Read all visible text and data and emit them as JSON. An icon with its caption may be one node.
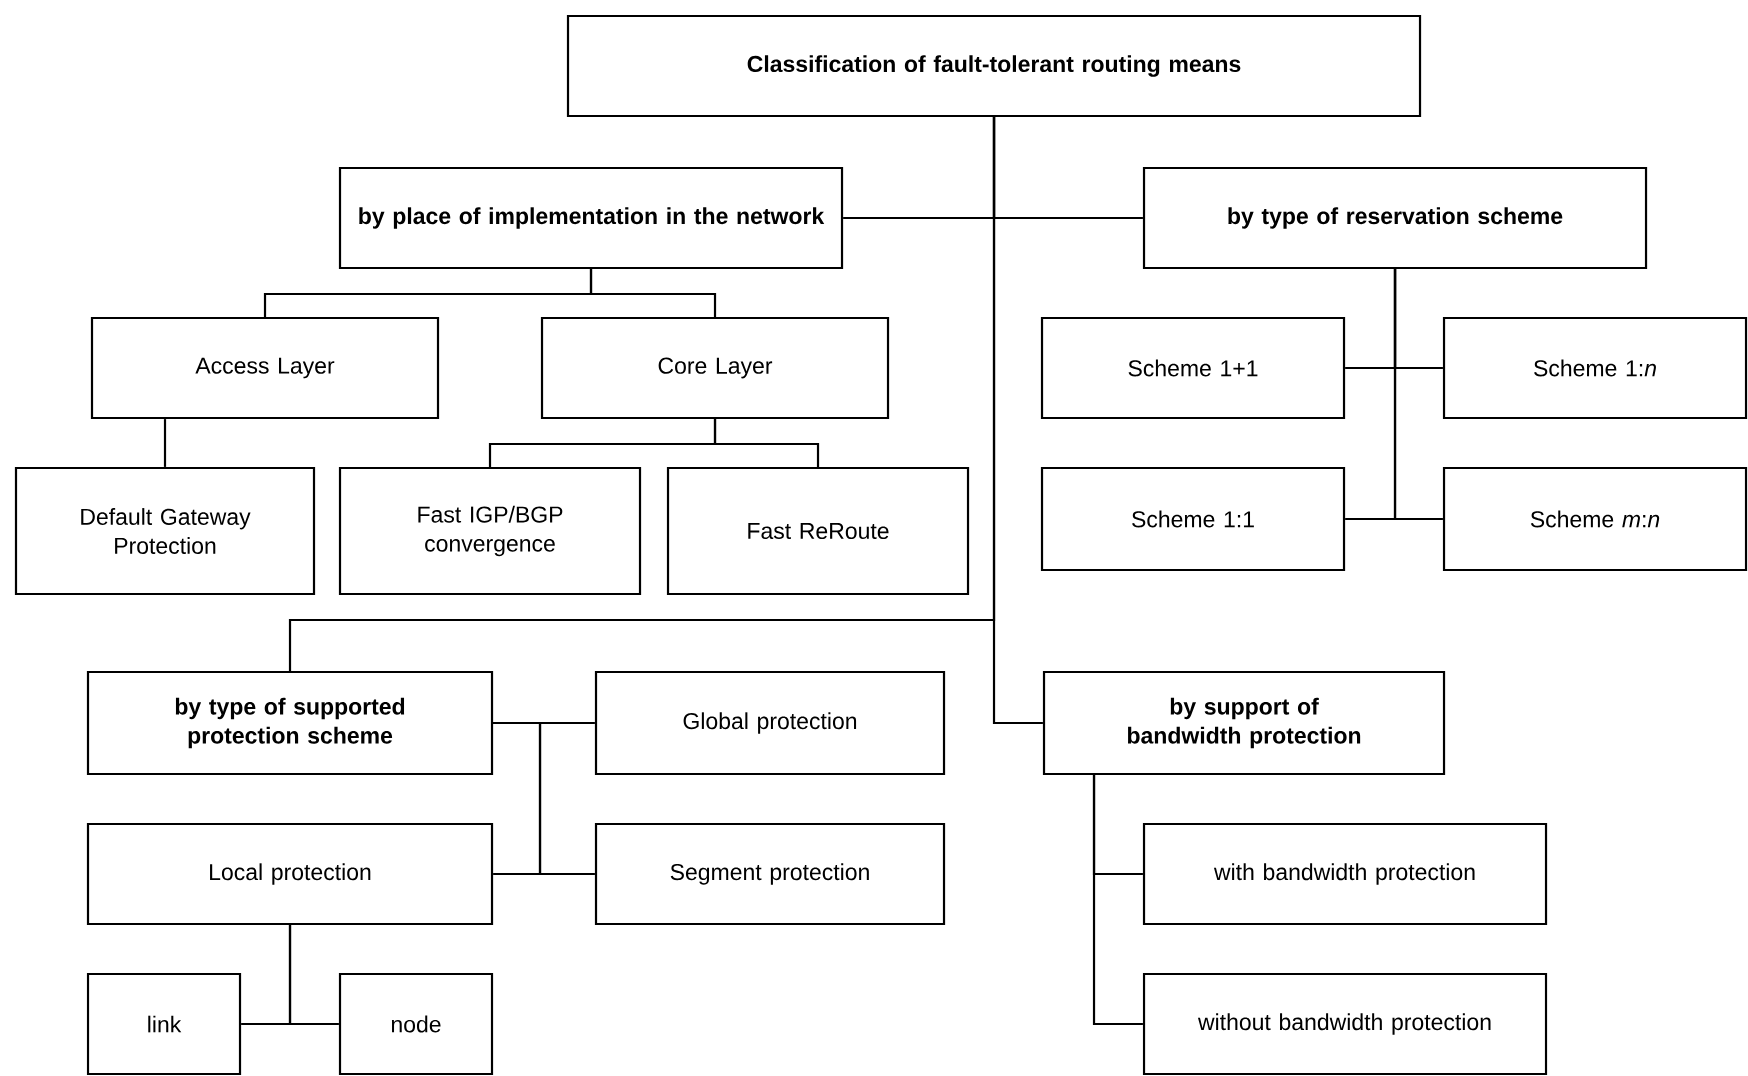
{
  "diagram": {
    "nodes": [
      {
        "text": [
          "Classification of fault-tolerant routing means"
        ]
      },
      {
        "text": [
          "by place of implementation in the network"
        ]
      },
      {
        "text": [
          "by type of reservation scheme"
        ]
      },
      {
        "text": [
          "Access Layer"
        ]
      },
      {
        "text": [
          "Core Layer"
        ]
      },
      {
        "text": [
          "Default Gateway Protection"
        ]
      },
      {
        "text": [
          "Fast IGP/BGP convergence"
        ]
      },
      {
        "text": [
          "Fast ReRoute"
        ]
      },
      {
        "text": [
          "Scheme 1+1"
        ]
      },
      {
        "text": [
          "Scheme 1:*n*"
        ]
      },
      {
        "text": [
          "Scheme 1:1"
        ]
      },
      {
        "text": [
          "Scheme *m*:*n*"
        ]
      },
      {
        "text": [
          "by type of supported protection scheme"
        ]
      },
      {
        "text": [
          "Global protection"
        ]
      },
      {
        "text": [
          "by support of bandwidth protection"
        ]
      },
      {
        "text": [
          "Local protection"
        ]
      },
      {
        "text": [
          "Segment protection"
        ]
      },
      {
        "text": [
          "with bandwidth protection"
        ]
      },
      {
        "text": [
          "without bandwidth protection"
        ]
      },
      {
        "text": [
          "link"
        ]
      },
      {
        "text": [
          "node"
        ]
      }
    ],
    "edges": [
      {
        "from": 0,
        "to": 1,
        "arrow": "none"
      },
      {
        "from": 0,
        "to": 2,
        "arrow": "none"
      },
      {
        "from": 0,
        "to": 12,
        "arrow": "none"
      },
      {
        "from": 0,
        "to": 14,
        "arrow": "none"
      },
      {
        "from": 1,
        "to": 3,
        "arrow": "none"
      },
      {
        "from": 1,
        "to": 4,
        "arrow": "none"
      },
      {
        "from": 3,
        "to": 5,
        "arrow": "none"
      },
      {
        "from": 4,
        "to": 6,
        "arrow": "none"
      },
      {
        "from": 4,
        "to": 7,
        "arrow": "none"
      },
      {
        "from": 2,
        "to": 8,
        "arrow": "none"
      },
      {
        "from": 2,
        "to": 9,
        "arrow": "none"
      },
      {
        "from": 2,
        "to": 10,
        "arrow": "none"
      },
      {
        "from": 2,
        "to": 11,
        "arrow": "none"
      },
      {
        "from": 12,
        "to": 13,
        "arrow": "none"
      },
      {
        "from": 12,
        "to": 15,
        "arrow": "none"
      },
      {
        "from": 12,
        "to": 16,
        "arrow": "none"
      },
      {
        "from": 14,
        "to": 17,
        "arrow": "none"
      },
      {
        "from": 14,
        "to": 18,
        "arrow": "none"
      },
      {
        "from": 15,
        "to": 19,
        "arrow": "none"
      },
      {
        "from": 15,
        "to": 20,
        "arrow": "none"
      }
    ]
  }
}
